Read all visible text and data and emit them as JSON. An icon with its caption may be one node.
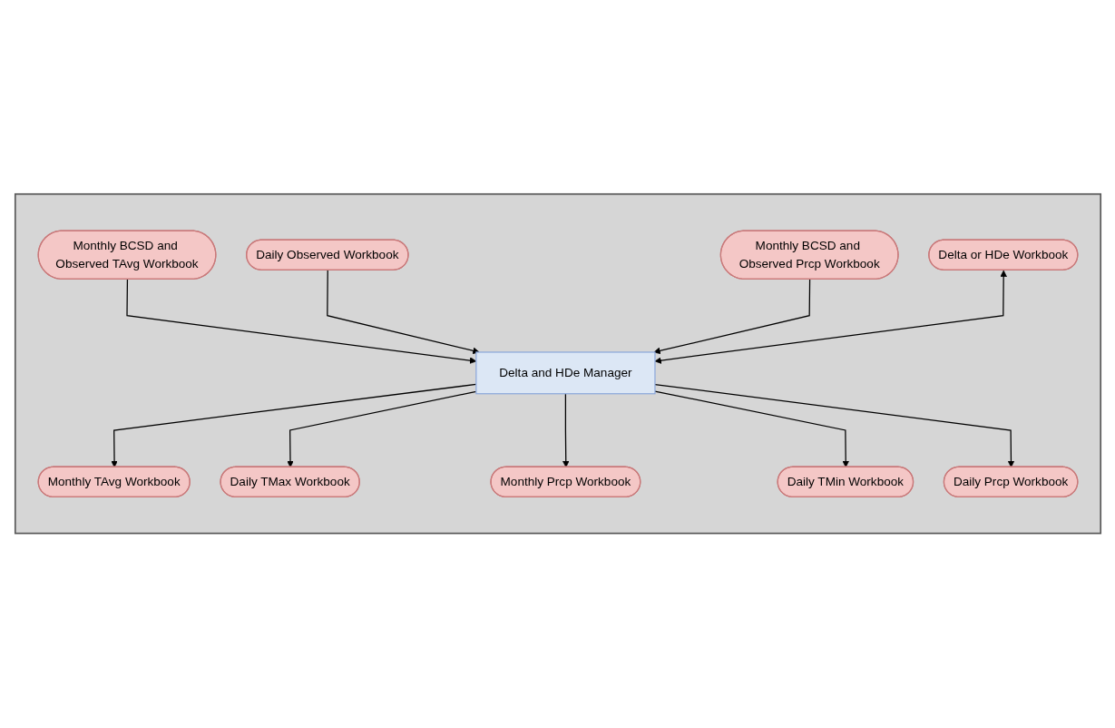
{
  "diagram": {
    "nodes": [
      {
        "text": [],
        "shape": "box"
      },
      {
        "text": [
          "Monthly BCSD and Observed TAvg Workbook"
        ],
        "in": 0
      },
      {
        "text": [
          "Daily Observed Workbook"
        ],
        "in": 0
      },
      {
        "text": [
          "Monthly BCSD and Observed Prcp Workbook"
        ],
        "in": 0
      },
      {
        "text": [
          "Delta or HDe Workbook"
        ],
        "in": 0
      },
      {
        "text": [
          "Delta and HDe Manager"
        ],
        "in": 0
      },
      {
        "text": [
          "Monthly TAvg Workbook"
        ],
        "in": 0
      },
      {
        "text": [
          "Daily TMax Workbook"
        ],
        "in": 0
      },
      {
        "text": [
          "Monthly Prcp Workbook"
        ],
        "in": 0
      },
      {
        "text": [
          "Daily TMin Workbook"
        ],
        "in": 0
      },
      {
        "text": [
          "Daily Prcp Workbook"
        ],
        "in": 0
      }
    ],
    "edges": [
      {
        "from": 1,
        "to": 5,
        "arrow": "to"
      },
      {
        "from": 2,
        "to": 5,
        "arrow": "to"
      },
      {
        "from": 3,
        "to": 5,
        "arrow": "to"
      },
      {
        "from": 4,
        "to": 5,
        "arrow": "both"
      },
      {
        "from": 5,
        "to": 6,
        "arrow": "to"
      },
      {
        "from": 5,
        "to": 7,
        "arrow": "to"
      },
      {
        "from": 5,
        "to": 8,
        "arrow": "to"
      },
      {
        "from": 5,
        "to": 9,
        "arrow": "to"
      },
      {
        "from": 5,
        "to": 10,
        "arrow": "to"
      }
    ]
  }
}
